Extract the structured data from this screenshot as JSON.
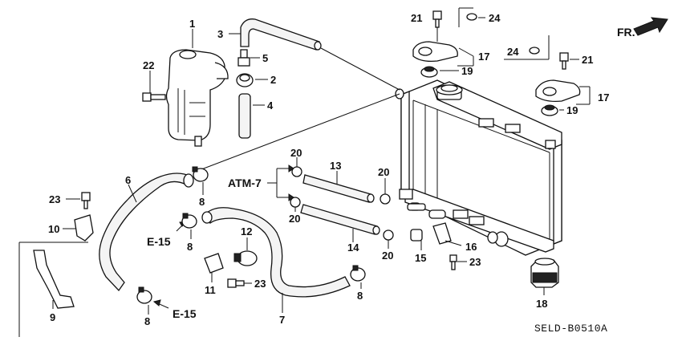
{
  "parts": {
    "p1": "1",
    "p2": "2",
    "p3": "3",
    "p4": "4",
    "p5": "5",
    "p6": "6",
    "p7": "7",
    "p8a": "8",
    "p8b": "8",
    "p8c": "8",
    "p8d": "8",
    "p9": "9",
    "p10": "10",
    "p11": "11",
    "p12": "12",
    "p13": "13",
    "p14": "14",
    "p15": "15",
    "p16": "16",
    "p17a": "17",
    "p17b": "17",
    "p18": "18",
    "p19a": "19",
    "p19b": "19",
    "p20a": "20",
    "p20b": "20",
    "p20c": "20",
    "p20d": "20",
    "p21a": "21",
    "p21b": "21",
    "p22": "22",
    "p23a": "23",
    "p23b": "23",
    "p23c": "23",
    "p24a": "24",
    "p24b": "24"
  },
  "refs": {
    "atm": "ATM-7",
    "e15a": "E-15",
    "e15b": "E-15",
    "front": "FR."
  },
  "diagram_code": "SELD-B0510A"
}
